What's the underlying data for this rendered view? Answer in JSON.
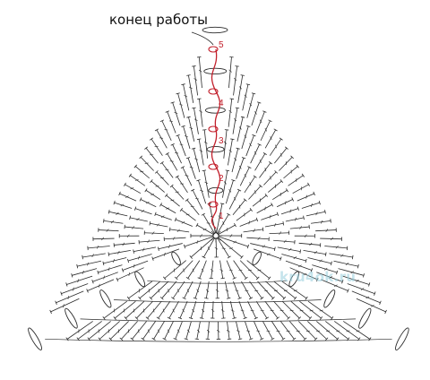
{
  "diagram": {
    "end_label": "конец работы",
    "watermark": "kru4ok.ru",
    "row_numbers": [
      "1",
      "2",
      "3",
      "4",
      "5"
    ],
    "colors": {
      "stitch": "#2a2a2a",
      "start_chain": "#c2202c"
    }
  }
}
